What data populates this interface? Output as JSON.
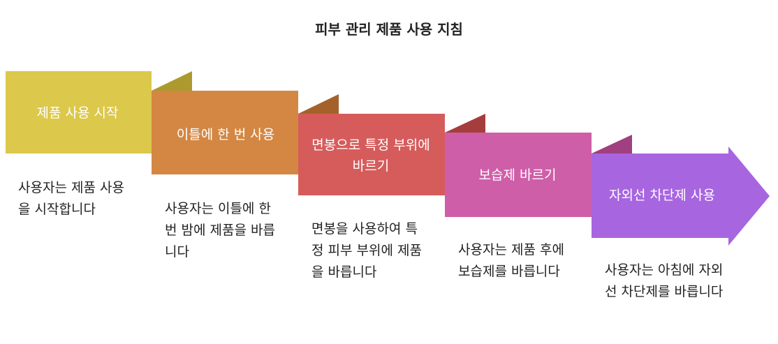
{
  "title": "피부 관리 제품 사용 지침",
  "steps": [
    {
      "label": "제품 사용 시작",
      "description": "사용자는 제품 사용을 시작합니다",
      "color": "#dcc84a",
      "fold_color": "#ac9a2e"
    },
    {
      "label": "이틀에 한 번 사용",
      "description": "사용자는 이틀에 한 번 밤에 제품을 바릅니다",
      "color": "#d38743",
      "fold_color": "#a4622a"
    },
    {
      "label": "면봉으로 특정 부위에 바르기",
      "description": "면봉을 사용하여 특정 피부 부위에 제품을 바릅니다",
      "color": "#d65c5c",
      "fold_color": "#a63d3d"
    },
    {
      "label": "보습제 바르기",
      "description": "사용자는 제품 후에 보습제를 바릅니다",
      "color": "#cf5ea8",
      "fold_color": "#a04080"
    },
    {
      "label": "자외선 차단제 사용",
      "description": "사용자는 아침에 자외선 차단제를 바릅니다",
      "color": "#a865e0",
      "fold_color": "#7e45b0"
    }
  ]
}
